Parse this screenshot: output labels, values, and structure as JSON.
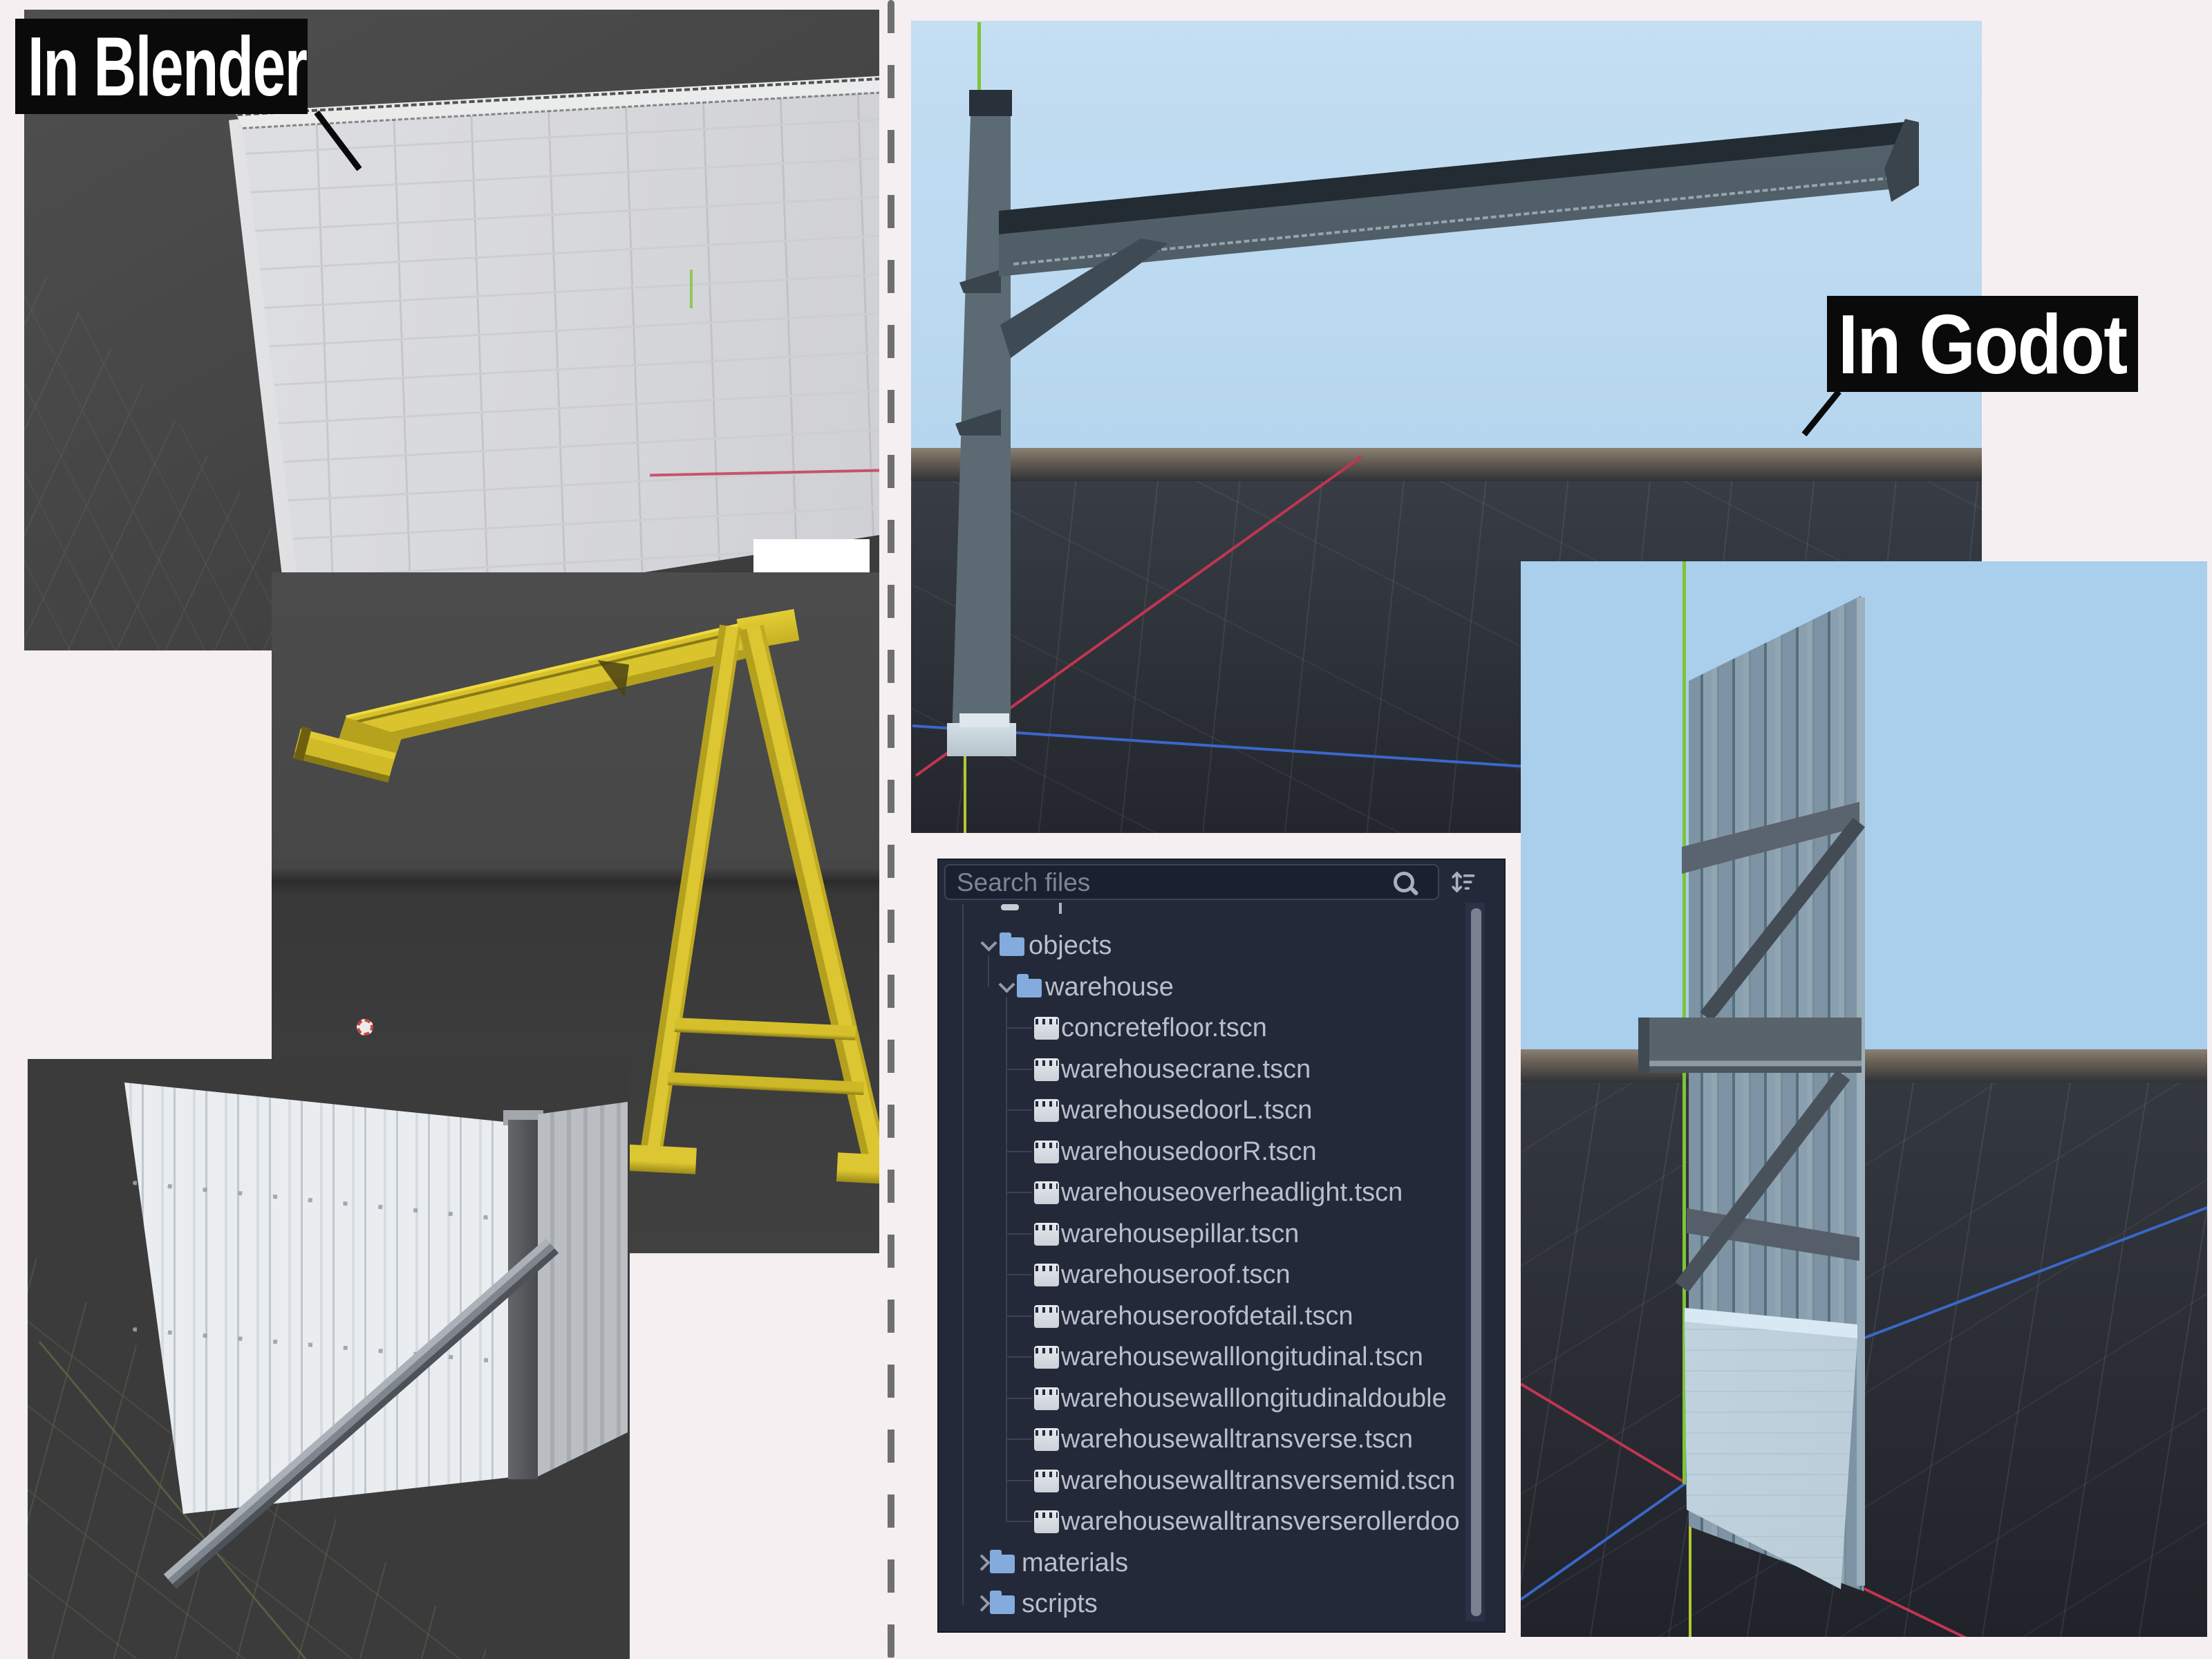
{
  "labels": {
    "blender": "In Blender",
    "godot": "In Godot"
  },
  "filesystem_panel": {
    "search_placeholder": "Search files",
    "icons": [
      "search-icon",
      "sort-files-icon",
      "folder-icon",
      "scene-icon",
      "chevron-down-icon",
      "chevron-right-icon"
    ],
    "tree": [
      {
        "label": "objects",
        "type": "folder",
        "expanded": true,
        "level": 1
      },
      {
        "label": "warehouse",
        "type": "folder",
        "expanded": true,
        "level": 2
      },
      {
        "label": "concretefloor.tscn",
        "type": "scene",
        "level": 3
      },
      {
        "label": "warehousecrane.tscn",
        "type": "scene",
        "level": 3
      },
      {
        "label": "warehousedoorL.tscn",
        "type": "scene",
        "level": 3
      },
      {
        "label": "warehousedoorR.tscn",
        "type": "scene",
        "level": 3
      },
      {
        "label": "warehouseoverheadlight.tscn",
        "type": "scene",
        "level": 3
      },
      {
        "label": "warehousepillar.tscn",
        "type": "scene",
        "level": 3
      },
      {
        "label": "warehouseroof.tscn",
        "type": "scene",
        "level": 3
      },
      {
        "label": "warehouseroofdetail.tscn",
        "type": "scene",
        "level": 3
      },
      {
        "label": "warehousewalllongitudinal.tscn",
        "type": "scene",
        "level": 3
      },
      {
        "label": "warehousewalllongitudinaldouble",
        "type": "scene",
        "level": 3
      },
      {
        "label": "warehousewalltransverse.tscn",
        "type": "scene",
        "level": 3
      },
      {
        "label": "warehousewalltransversemid.tscn",
        "type": "scene",
        "level": 3
      },
      {
        "label": "warehousewalltransverserollerdoo",
        "type": "scene",
        "level": 3
      },
      {
        "label": "materials",
        "type": "folder",
        "expanded": false,
        "level": 0
      },
      {
        "label": "scripts",
        "type": "folder",
        "expanded": false,
        "level": 0
      }
    ]
  },
  "viewports": [
    {
      "name": "blender-brick-wall",
      "app": "Blender",
      "content": "concrete block wall model"
    },
    {
      "name": "blender-gantry-crane",
      "app": "Blender",
      "content": "yellow gantry crane model"
    },
    {
      "name": "blender-corrugated-door",
      "app": "Blender",
      "content": "corrugated wall panel with diagonal brace"
    },
    {
      "name": "godot-crane-pillar",
      "app": "Godot",
      "content": "warehouse crane pillar and beam in 3D viewport"
    },
    {
      "name": "godot-transverse-wall",
      "app": "Godot",
      "content": "corrugated transverse wall with concrete base in 3D viewport"
    }
  ],
  "colors": {
    "bg": "#f5eff2",
    "label-bg": "#0a0a0a",
    "label-text": "#ffffff",
    "divider-dash": "#6f6f6f",
    "panel-bg": "#232939",
    "field-bg": "#1a202f",
    "field-border": "#3c4356",
    "placeholder": "#7d8497",
    "tree-text": "#b9bfca",
    "folder-blue": "#84abdd",
    "guide": "#3a415a",
    "scrollbar": "#7b8190",
    "crane-yellow": "#d8c22c",
    "sky-top": "#c4def2",
    "sky": "#a9cfec",
    "axis-red": "#c23550",
    "axis-green": "#7fc437",
    "axis-blue": "#3a67c9",
    "axis-yellow": "#b7c631"
  }
}
